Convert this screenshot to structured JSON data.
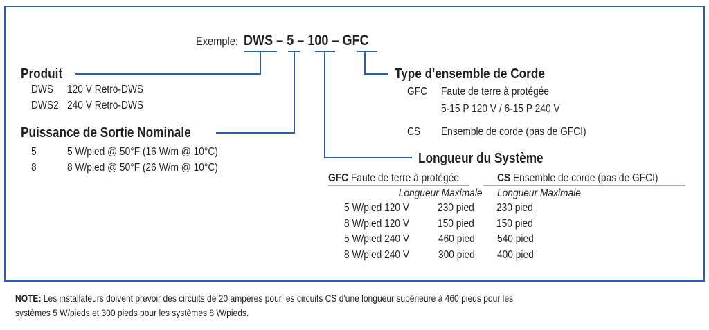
{
  "example": {
    "label": "Exemple:",
    "code": "DWS – 5 – 100 – GFC"
  },
  "produit": {
    "title": "Produit",
    "items": [
      {
        "code": "DWS",
        "desc": "120 V Retro-DWS"
      },
      {
        "code": "DWS2",
        "desc": "240 V Retro-DWS"
      }
    ]
  },
  "puissance": {
    "title": "Puissance de Sortie Nominale",
    "items": [
      {
        "code": "5",
        "desc": "5 W/pied @ 50°F (16 W/m @ 10°C)"
      },
      {
        "code": "8",
        "desc": "8 W/pied @ 50°F (26 W/m @ 10°C)"
      }
    ]
  },
  "type": {
    "title": "Type d'ensemble de Corde",
    "items": [
      {
        "code": "GFC",
        "desc": "Faute de terre à protégée",
        "desc2": "5-15 P 120 V / 6-15 P 240 V"
      },
      {
        "code": "CS",
        "desc": "Ensemble de corde (pas de GFCI)"
      }
    ]
  },
  "longueur": {
    "title": "Longueur du Système",
    "gfc_code": "GFC",
    "gfc_label": "Faute de terre à protégée",
    "cs_code": "CS",
    "cs_label": "Ensemble de corde (pas de GFCI)",
    "sub_gfc": "Longueur Maximale",
    "sub_cs": "Longueur Maximale",
    "rows": [
      {
        "label": "5 W/pied 120 V",
        "gfc": "230 pied",
        "cs": "230 pied"
      },
      {
        "label": "8 W/pied 120 V",
        "gfc": "150 pied",
        "cs": "150 pied"
      },
      {
        "label": "5 W/pied 240 V",
        "gfc": "460 pied",
        "cs": "540 pied"
      },
      {
        "label": "8 W/pied 240 V",
        "gfc": "300 pied",
        "cs": "400 pied"
      }
    ]
  },
  "note": {
    "label": "NOTE:",
    "line1": "Les installateurs doivent prévoir des circuits de 20 ampères pour les circuits CS d'une longueur supérieure à 460 pieds pour les",
    "line2": "systèmes 5 W/pieds et 300 pieds pour les systèmes 8 W/pieds."
  },
  "colors": {
    "accent": "#2b5fa8",
    "text": "#231f20"
  }
}
